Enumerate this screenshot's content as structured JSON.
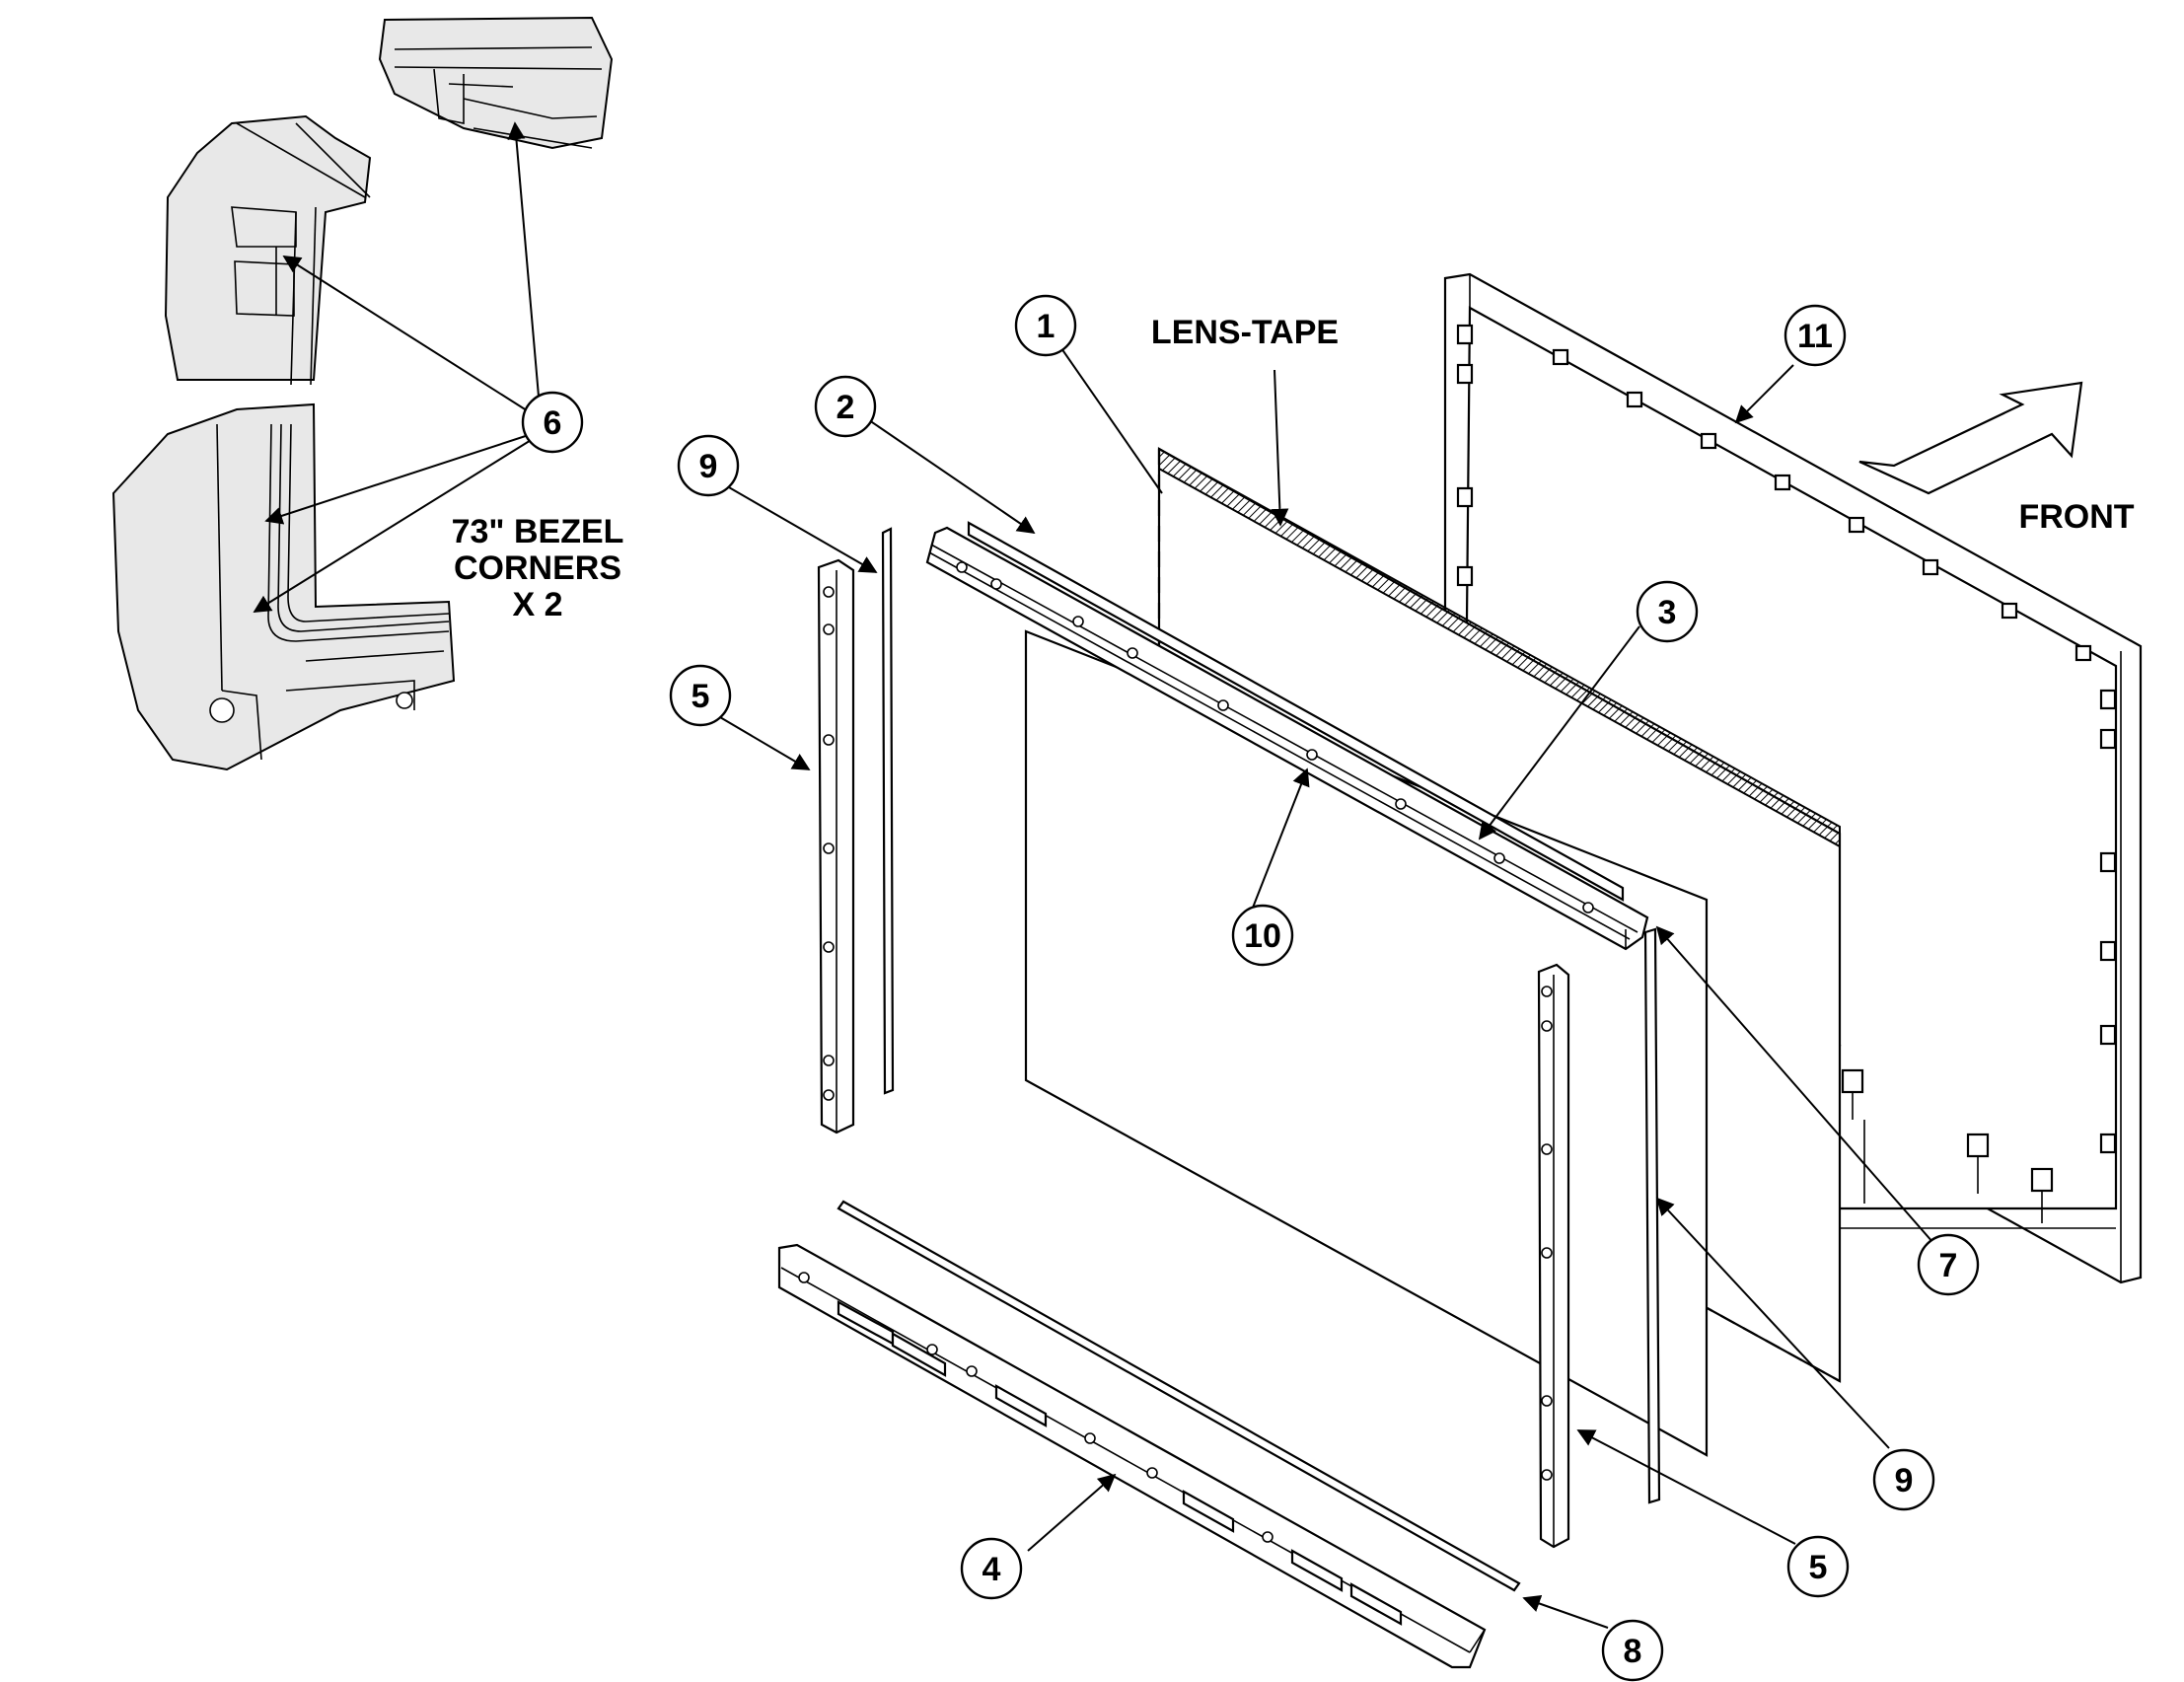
{
  "labels": {
    "lens_tape": "LENS-TAPE",
    "front": "FRONT",
    "bezel_line1": "73\" BEZEL",
    "bezel_line2": "CORNERS",
    "bezel_line3": "X 2"
  },
  "balloons": [
    {
      "id": "b1",
      "text": "1"
    },
    {
      "id": "b2",
      "text": "2"
    },
    {
      "id": "b3",
      "text": "3"
    },
    {
      "id": "b4",
      "text": "4"
    },
    {
      "id": "b5a",
      "text": "5"
    },
    {
      "id": "b5b",
      "text": "5"
    },
    {
      "id": "b6",
      "text": "6"
    },
    {
      "id": "b7",
      "text": "7"
    },
    {
      "id": "b8",
      "text": "8"
    },
    {
      "id": "b9a",
      "text": "9"
    },
    {
      "id": "b9b",
      "text": "9"
    },
    {
      "id": "b10",
      "text": "10"
    },
    {
      "id": "b11",
      "text": "11"
    }
  ],
  "colors": {
    "line": "#000000",
    "background": "#ffffff",
    "detail_fill": "#e8e8e8"
  },
  "icons": {
    "front_arrow": "front-arrow-icon"
  }
}
